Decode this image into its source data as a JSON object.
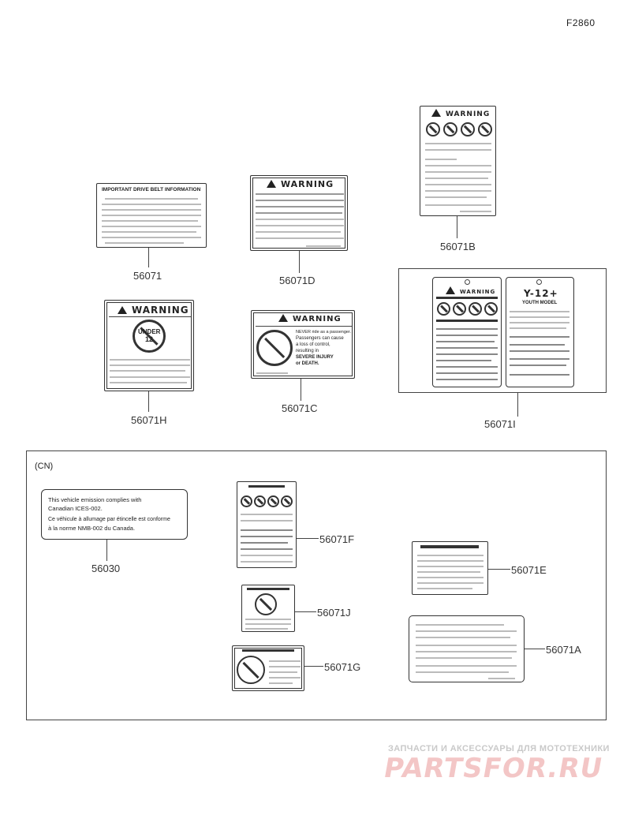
{
  "figure_code": "F2860",
  "parts": {
    "p56071": "56071",
    "p56071D": "56071D",
    "p56071B": "56071B",
    "p56071H": "56071H",
    "p56071C": "56071C",
    "p56071I": "56071I",
    "p56030": "56030",
    "p56071F": "56071F",
    "p56071E": "56071E",
    "p56071J": "56071J",
    "p56071G": "56071G",
    "p56071A": "56071A"
  },
  "region_label": "(CN)",
  "labels": {
    "drive_belt_heading": "IMPORTANT DRIVE BELT INFORMATION",
    "warning": "WARNING",
    "under": "UNDER",
    "age": "12",
    "warning_c_line1": "NEVER ride as a passenger.",
    "warning_c_line2": "Passengers can cause",
    "warning_c_line3": "a loss of control,",
    "warning_c_line4": "resulting in",
    "warning_c_line5": "SEVERE INJURY",
    "warning_c_line6": "or DEATH.",
    "youth_model": "Y-12+",
    "youth_sub": "YOUTH MODEL",
    "cn_line1": "This vehicle emission complies with",
    "cn_line2": "Canadian ICES-002.",
    "cn_line3": "Ce véhicule à allumage par étincelle est conforme",
    "cn_line4": "à la norme NMB-002 du Canada."
  },
  "watermark": {
    "line1": "ЗАПЧАСТИ И АКСЕССУАРЫ ДЛЯ МОТОТЕХНИКИ",
    "line2": "PARTSFOR.RU"
  }
}
